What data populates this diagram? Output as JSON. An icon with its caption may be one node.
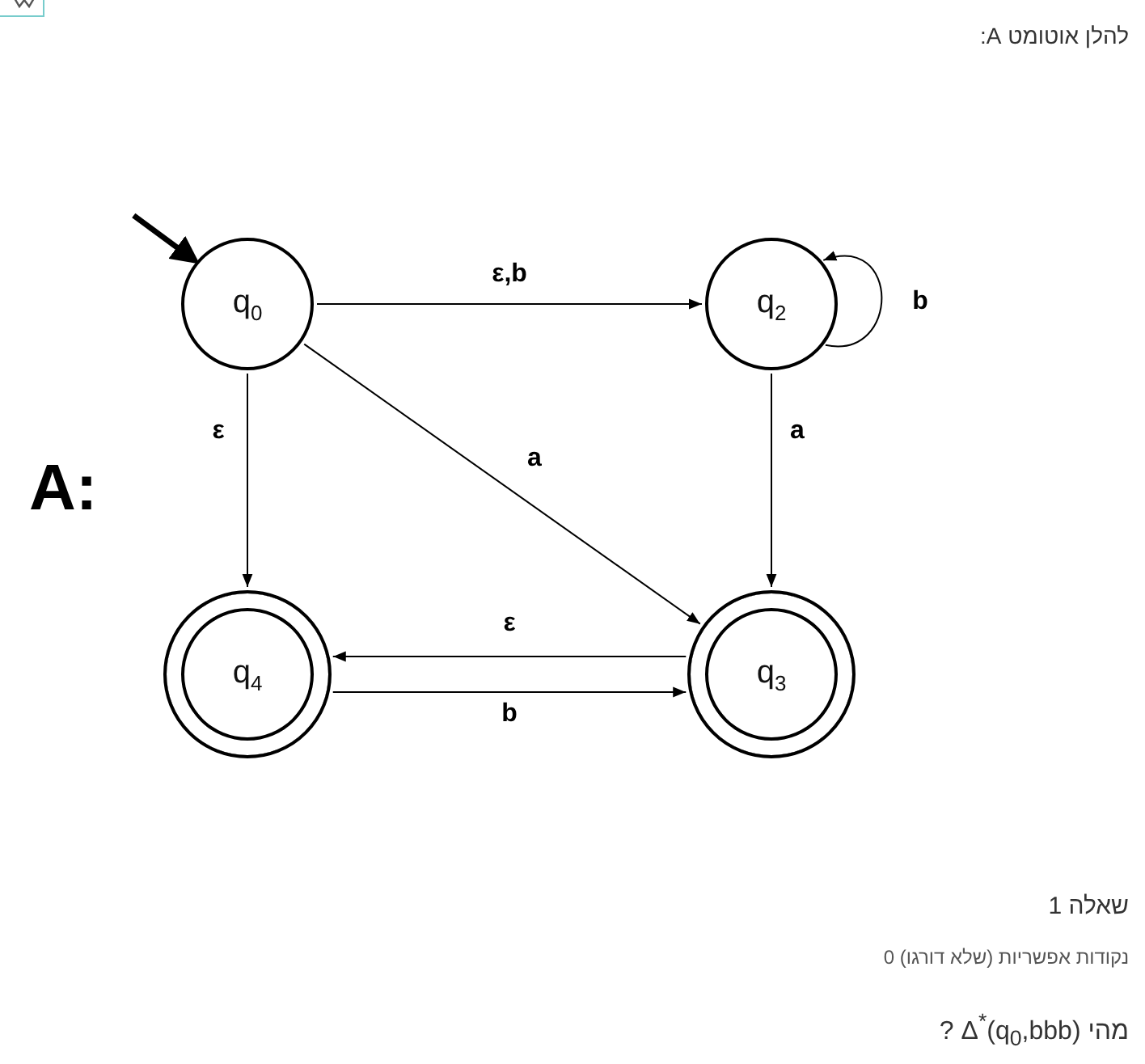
{
  "diagram": {
    "nodes": [
      {
        "text": [
          "q$_{0}$"
        ]
      },
      {
        "text": [
          "q$_{2}$"
        ]
      },
      {
        "text": [
          "q$_{4}$"
        ]
      },
      {
        "text": [
          "q$_{3}$"
        ]
      }
    ],
    "edges": [
      {
        "from": null,
        "to": 0,
        "arrow": "to",
        "style": "thick"
      },
      {
        "from": 0,
        "to": 1,
        "arrow": "to",
        "label": "ε,b"
      },
      {
        "from": 1,
        "to": 1,
        "arrow": "to",
        "label": "b"
      },
      {
        "from": 0,
        "to": 2,
        "arrow": "to",
        "label": "ε"
      },
      {
        "from": 0,
        "to": 3,
        "arrow": "to",
        "label": "a"
      },
      {
        "from": 1,
        "to": 3,
        "arrow": "to",
        "label": "a"
      },
      {
        "from": 2,
        "to": 3,
        "arrow": "to",
        "label": "b"
      },
      {
        "from": 3,
        "to": 2,
        "arrow": "to",
        "label": "ε"
      }
    ],
    "labels": [
      "להלן אוטומט A:",
      "A:",
      "שאלה 1",
      "נקודות אפשריות (שלא דורגו) 0",
      "מהי Δ$^{*}$(q$_{0}$,bbb) ?"
    ]
  }
}
